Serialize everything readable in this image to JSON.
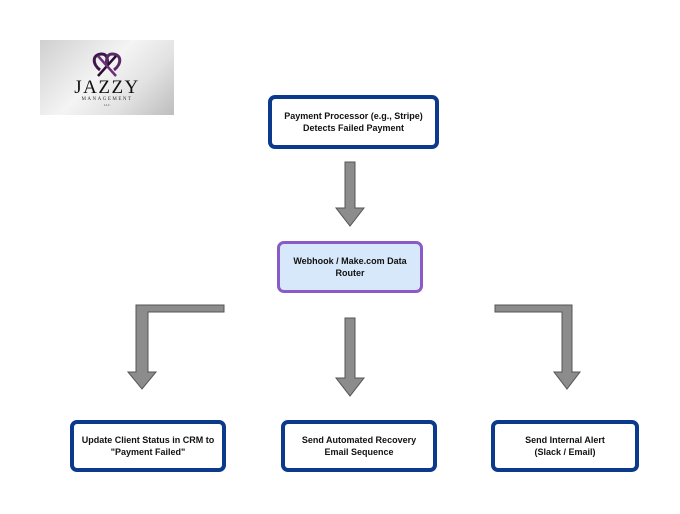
{
  "logo": {
    "title": "JAZZY",
    "subtitle": "MANAGEMENT",
    "suffix": "LLC"
  },
  "nodes": {
    "payment_processor": "Payment Processor (e.g., Stripe)\nDetects Failed Payment",
    "router": "Webhook / Make.com Data\nRouter",
    "update_crm": "Update Client Status in CRM to\n\"Payment Failed\"",
    "recovery_email": "Send Automated Recovery\nEmail Sequence",
    "internal_alert": "Send Internal Alert\n(Slack / Email)"
  },
  "colors": {
    "box_border": "#0b3a8c",
    "router_fill": "#d8e8fb",
    "router_border": "#8a5ac8",
    "arrow_fill": "#8c8c8c",
    "arrow_stroke": "#555555"
  }
}
